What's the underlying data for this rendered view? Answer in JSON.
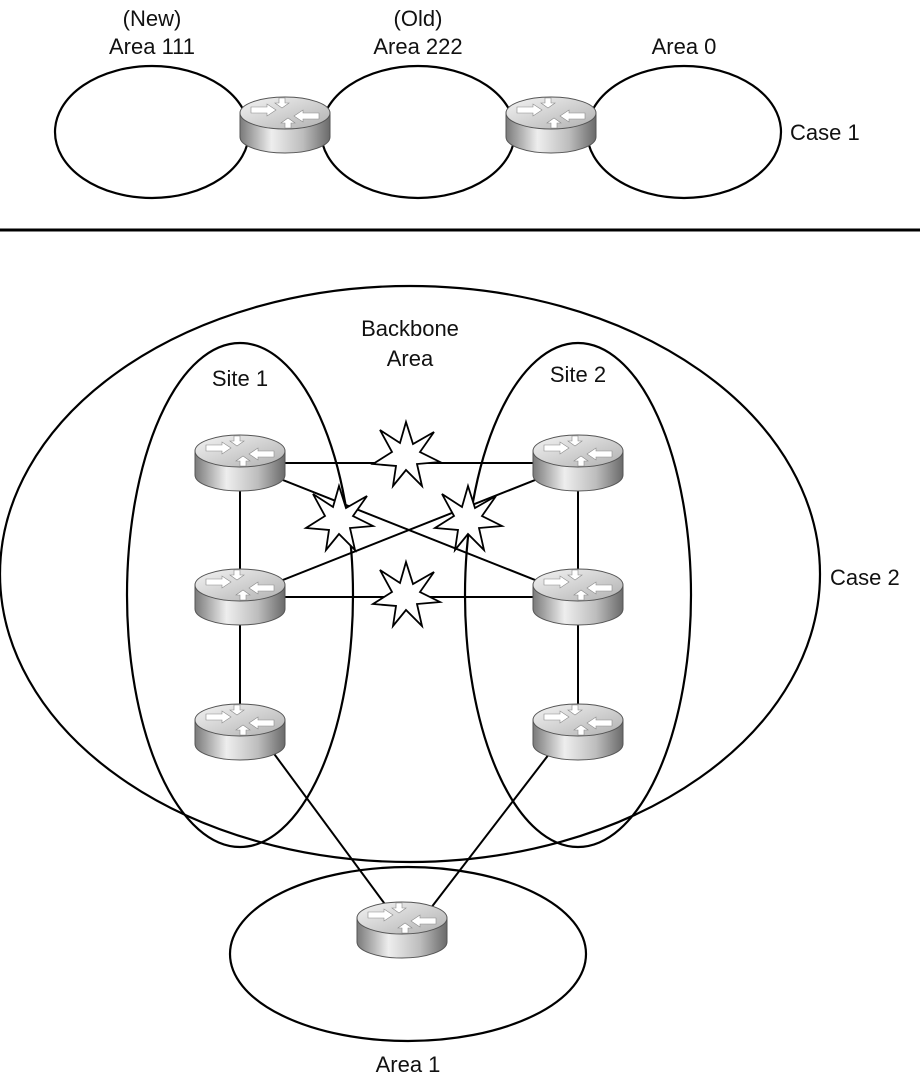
{
  "case1": {
    "area_new_tag": "(New)",
    "area_new_name": "Area 111",
    "area_old_tag": "(Old)",
    "area_old_name": "Area 222",
    "area_zero_name": "Area 0",
    "case_label": "Case 1"
  },
  "case2": {
    "backbone_line1": "Backbone",
    "backbone_line2": "Area",
    "site1_label": "Site 1",
    "site2_label": "Site 2",
    "case_label": "Case 2",
    "area1_label": "Area 1"
  },
  "colors": {
    "stroke": "#000000",
    "router_light": "#f2f2f2",
    "router_mid": "#b8b8b8",
    "router_dark": "#6e6e6e"
  },
  "icons": {
    "router": "router-icon",
    "failure": "link-failure-burst-icon"
  }
}
